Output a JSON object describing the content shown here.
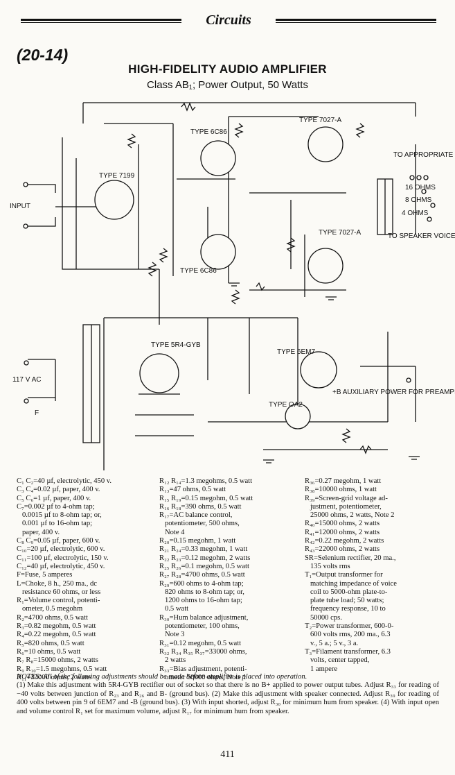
{
  "header": {
    "section": "Circuits"
  },
  "section_number": "(20-14)",
  "title": "HIGH-FIDELITY AUDIO AMPLIFIER",
  "subtitle": "Class AB₁; Power Output, 50 Watts",
  "schematic": {
    "input_label": "INPUT",
    "tubes": {
      "v1": "TYPE 7199",
      "v2": "TYPE 6C86",
      "v3": "TYPE 6C86",
      "v4": "TYPE 7027-A",
      "v5": "TYPE 7027-A",
      "rect": "TYPE 5R4-GYB",
      "v6em7": "TYPE 6EM7",
      "reg": "TYPE OA2"
    },
    "labels": {
      "ac": "117 V AC",
      "fuse": "F",
      "taps": "TO APPROPRIATE TAP",
      "ohms16": "16 OHMS",
      "ohms8": "8 OHMS",
      "ohms4": "4 OHMS",
      "voice": "TO SPEAKER VOICE COIL",
      "aux": "+B AUXILIARY POWER FOR PREAMPLIFIER, TONE-CONTROL, AND MIXER CIRCUITS."
    }
  },
  "parts_list": {
    "col1": [
      "C₁ C₂=40 µf, electrolytic, 450 v.",
      "C₃ C₄=0.02 µf, paper, 400 v.",
      "C₅ C₆=1 µf, paper, 400 v.",
      "C₇=0.002 µf to 4-ohm tap;",
      "  0.0015 µf to 8-ohm tap; or,",
      "  0.001 µf to 16-ohm tap;",
      "  paper, 400 v.",
      "C₈ C₉=0.05 µf, paper, 600 v.",
      "C₁₀=20 µf, electrolytic, 600 v.",
      "C₁₁=100 µf, electrolytic, 150 v.",
      "C₁₂=40 µf, electrolytic, 450 v.",
      "F=Fuse, 5 amperes",
      "L=Choke, 8 h., 250 ma., dc",
      "  resistance 60 ohms, or less",
      "R₁=Volume control, potenti-",
      "  ometer, 0.5 megohm",
      "R₂=4700 ohms, 0.5 watt",
      "R₃=0.82 megohm, 0.5 watt",
      "R₄=0.22 megohm, 0.5 watt",
      "R₅=820 ohms, 0.5 watt",
      "R₆=10 ohms, 0.5 watt",
      "R₇ R₈=15000 ohms, 2 watts",
      "R₉ R₁₀=1.5 megohms, 0.5 watt",
      "R₁₁=33000 ohms, 2 watts"
    ],
    "col2": [
      "R₁₂ R₁₄=1.3 megohms, 0.5 watt",
      "R₁₃=47 ohms, 0.5 watt",
      "R₁₅ R₁₉=0.15 megohm, 0.5 watt",
      "R₁₆ R₁₈=390 ohms, 0.5 watt",
      "R₁₇=AC balance control,",
      "  potentiometer, 500 ohms,",
      "  Note 4",
      "R₂₀=0.15 megohm, 1 watt",
      "R₂₁ R₂₄=0.33 megohm, 1 watt",
      "R₂₂ R₂₃=0.12 megohm, 2 watts",
      "R₂₅ R₂₆=0.1 megohm, 0.5 watt",
      "R₂₇ R₂₈=4700 ohms, 0.5 watt",
      "R₂₉=600 ohms to 4-ohm tap;",
      "  820 ohms to 8-ohm tap; or,",
      "  1200 ohms to 16-ohm tap;",
      "  0.5 watt",
      "R₃₀=Hum balance adjustment,",
      "  potentiometer, 100 ohms,",
      "  Note 3",
      "R₃₁=0.12 megohm, 0.5 watt",
      "R₃₂ R₃₄ R₃₅ R₃₇=33000 ohms,",
      "  2 watts",
      "R₃₃=Bias adjustment, potenti-",
      "  ometer 50000 ohms, Note 1"
    ],
    "col3": [
      "R₃₆=0.27 megohm, 1 watt",
      "R₃₈=10000 ohms, 1 watt",
      "R₃₉=Screen-grid voltage ad-",
      "  justment, potentiometer,",
      "  25000 ohms, 2 watts, Note 2",
      "R₄₀=15000 ohms, 2 watts",
      "R₄₁=12000 ohms, 2 watts",
      "R₄₂=0.22 megohm, 2 watts",
      "R₄₃=22000 ohms, 2 watts",
      "SR=Selenium rectifier, 20 ma.,",
      "  135 volts rms",
      "T₁=Output transformer for",
      "  matching impedance of voice",
      "  coil to 5000-ohm plate-to-",
      "  plate tube load; 50 watts;",
      "  frequency response, 10 to",
      "  50000 cps.",
      "T₂=Power transformer, 600-0-",
      "  600 volts rms, 200 ma., 6.3",
      "  v., 5 a.; 5 v., 3 a.",
      "T₃=Filament transformer, 6.3",
      "  volts, center tapped,",
      "  1 ampere"
    ]
  },
  "notes": {
    "heading": "NOTES: All of the following adjustments should be made before amplifier is placed into operation.",
    "body": "(1) Make this adjustment with 5R4-GYB rectifier out of socket so that there is no B+ applied to power output tubes. Adjust R₃₃ for reading of −40 volts between junction of R₂₃ and R₂₆ and B- (ground bus). (2) Make this adjustment with speaker connected. Adjust R₃₉ for reading of 400 volts between pin 9 of 6EM7 and -B (ground bus). (3) With input shorted, adjust R₃₀ for minimum hum from speaker. (4) With input open and volume control R₁ set for maximum volume, adjust R₁₇ for minimum hum from speaker."
  },
  "page_number": "411"
}
